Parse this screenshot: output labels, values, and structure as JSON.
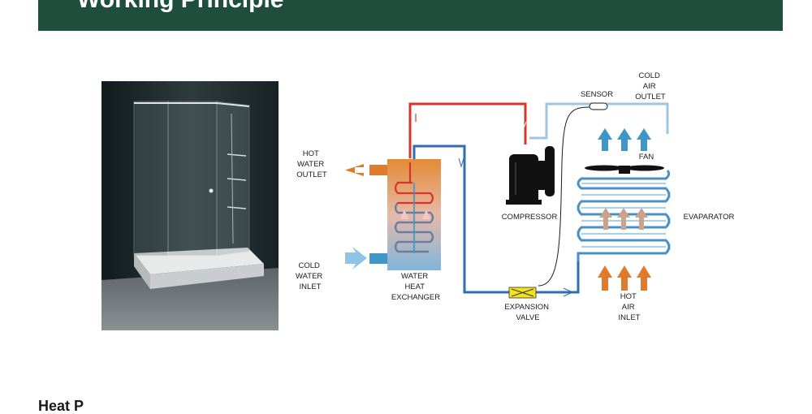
{
  "header": {
    "title": "Working Principle"
  },
  "diagram": {
    "hot_water_outlet": [
      "HOT",
      "WATER",
      "OUTLET"
    ],
    "cold_water_inlet": [
      "COLD",
      "WATER",
      "INLET"
    ],
    "water_heat_exchanger": [
      "WATER",
      "HEAT",
      "EXCHANGER"
    ],
    "compressor": "COMPRESSOR",
    "sensor": "SENSOR",
    "cold_air_outlet": [
      "COLD",
      "AIR",
      "OUTLET"
    ],
    "fan": "FAN",
    "evaporator": "EVAPARATOR",
    "expansion_valve": [
      "EXPANSION",
      "VALVE"
    ],
    "hot_air_inlet": [
      "HOT",
      "AIR",
      "INLET"
    ]
  },
  "colors": {
    "header_bg": "#1f4e3d",
    "hot_pipe": "#d8342a",
    "cold_pipe": "#2f6fae",
    "light_pipe": "#9fc6e0",
    "hot_arrow": "#e07b2e",
    "cold_arrow": "#3f97c9",
    "valve": "#f2e21c"
  },
  "footer": {
    "text": "Heat P"
  }
}
